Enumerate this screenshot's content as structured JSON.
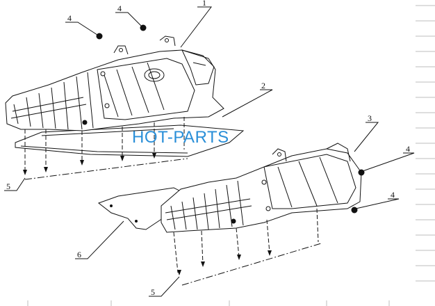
{
  "watermark": "HOT-PARTS",
  "callouts": {
    "c1": "1",
    "c2": "2",
    "c3": "3",
    "c4a": "4",
    "c4b": "4",
    "c4c": "4",
    "c4d": "4",
    "c5a": "5",
    "c5b": "5",
    "c6": "6"
  },
  "colors": {
    "line": "#111111",
    "watermark": "#2a8fd8",
    "frame": "#bdbdbd"
  }
}
